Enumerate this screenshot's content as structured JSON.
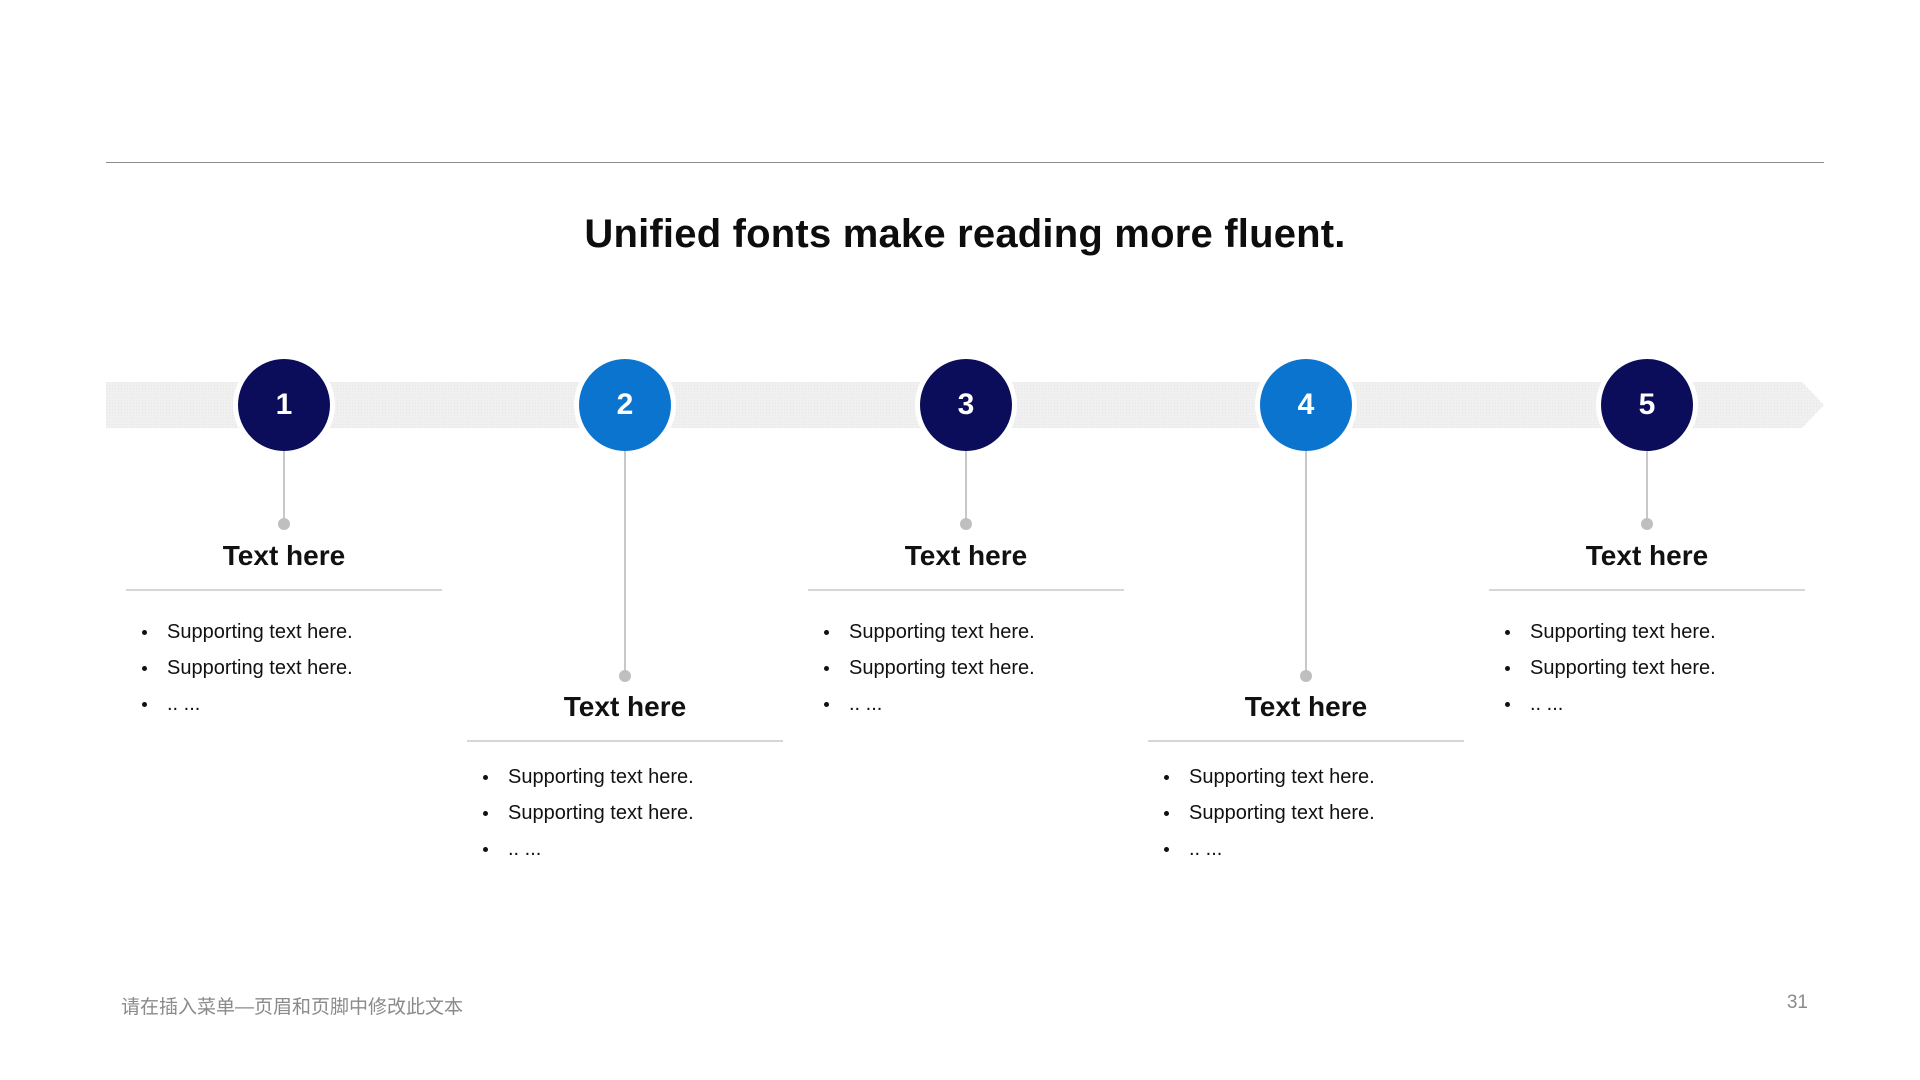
{
  "slide": {
    "title": "Unified fonts make reading more fluent.",
    "footer_text": "请在插入菜单—页眉和页脚中修改此文本",
    "page_number": "31"
  },
  "colors": {
    "dark_circle": "#0b0d5a",
    "light_circle": "#0b74cf",
    "band": "#f0f0f0",
    "rule": "#8c8c8c"
  },
  "steps": [
    {
      "number": "1",
      "heading": "Text here",
      "items": [
        "Supporting text here.",
        "Supporting text here.",
        ".. ..."
      ]
    },
    {
      "number": "2",
      "heading": "Text here",
      "items": [
        "Supporting text here.",
        "Supporting text here.",
        ".. ..."
      ]
    },
    {
      "number": "3",
      "heading": "Text here",
      "items": [
        "Supporting text here.",
        "Supporting text here.",
        ".. ..."
      ]
    },
    {
      "number": "4",
      "heading": "Text here",
      "items": [
        "Supporting text here.",
        "Supporting text here.",
        ".. ..."
      ]
    },
    {
      "number": "5",
      "heading": "Text here",
      "items": [
        "Supporting text here.",
        "Supporting text here.",
        ".. ..."
      ]
    }
  ]
}
